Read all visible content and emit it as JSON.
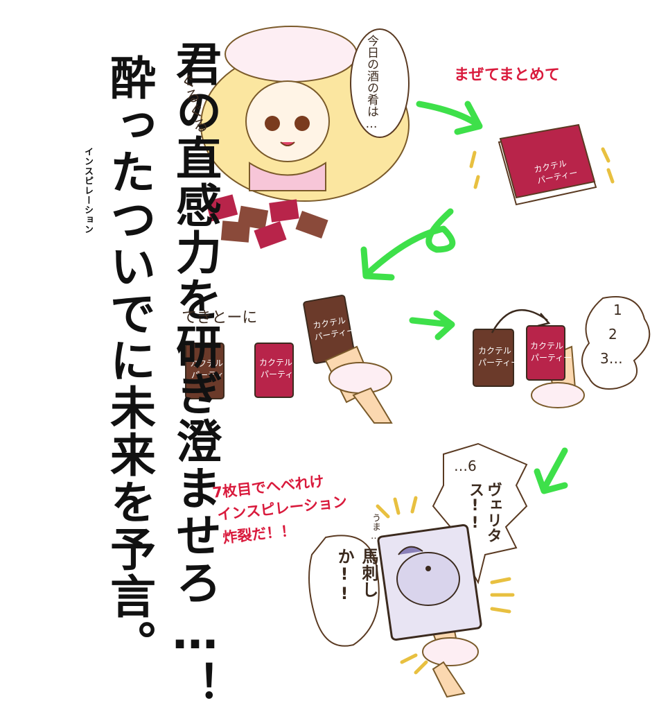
{
  "headline": {
    "line1": "酔ったついでに未来を予言。",
    "line2": "君の直感力を研ぎ澄ませろ…！",
    "ruby": "インスピレーション"
  },
  "captions": {
    "shuffle": "まぜてまとめて",
    "random": "てきとーに",
    "seventh_line1": "7枚目でへべれけ",
    "seventh_line2": "インスピレーション",
    "seventh_line3": "炸裂だ！！"
  },
  "speech": {
    "tonight": "今日の酒の肴は…",
    "count1": "1",
    "count2": "2",
    "count3": "3…",
    "count6": "…6",
    "veri": "ヴェリタス!!",
    "uma": "うま…",
    "basashi": "馬刺しか!!"
  },
  "sfx": {
    "guru": "ぐるぐる"
  },
  "cards": {
    "label": "カクテルパーティー"
  },
  "colors": {
    "accent_red": "#d91a3c",
    "arrow_green": "#3ee04a",
    "card_red": "#b8244a",
    "card_brown": "#6b3a2a"
  }
}
